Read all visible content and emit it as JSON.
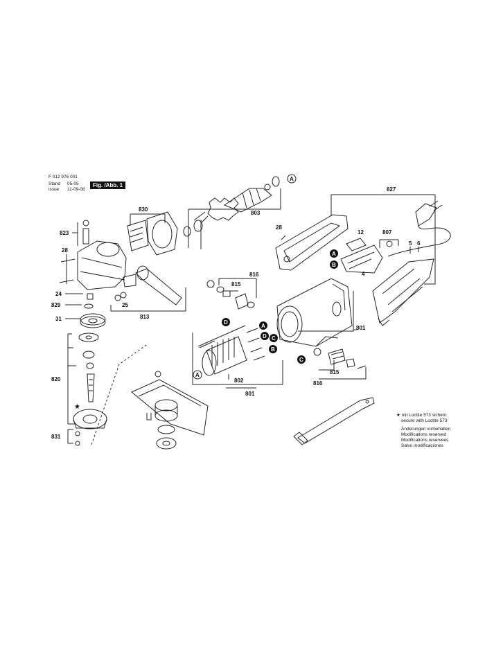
{
  "header": {
    "doc_number": "F 012 976 001",
    "stand_label": "Stand",
    "issue_label": "issue",
    "stand_value": "05-05",
    "issue_value": "11-09-08",
    "figure_label": "Fig. /Abb. 1"
  },
  "labels": {
    "p830": "830",
    "p803": "803",
    "p823": "823",
    "p28a": "28",
    "p24": "24",
    "p829": "829",
    "p25": "25",
    "p813": "813",
    "p31": "31",
    "p820": "820",
    "p831": "831",
    "p827": "827",
    "p28b": "28",
    "p12": "12",
    "p807": "807",
    "p5": "5",
    "p6": "6",
    "p4": "4",
    "p816a": "816",
    "p815a": "815",
    "p801a": "801",
    "p802": "802",
    "p801b": "801",
    "p815b": "815",
    "p816b": "816"
  },
  "markers": {
    "A": "A",
    "B": "B",
    "C": "C",
    "D": "D",
    "star": "★"
  },
  "notes": {
    "loctite_de": "mit Loctite 573 sichern",
    "loctite_en": "secure with Loctite 573",
    "mod_de": "Änderungen vorbehalten",
    "mod_en": "Modifications reserved",
    "mod_fr": "Modifications reservees",
    "mod_es": "Salvo modificaciones"
  }
}
